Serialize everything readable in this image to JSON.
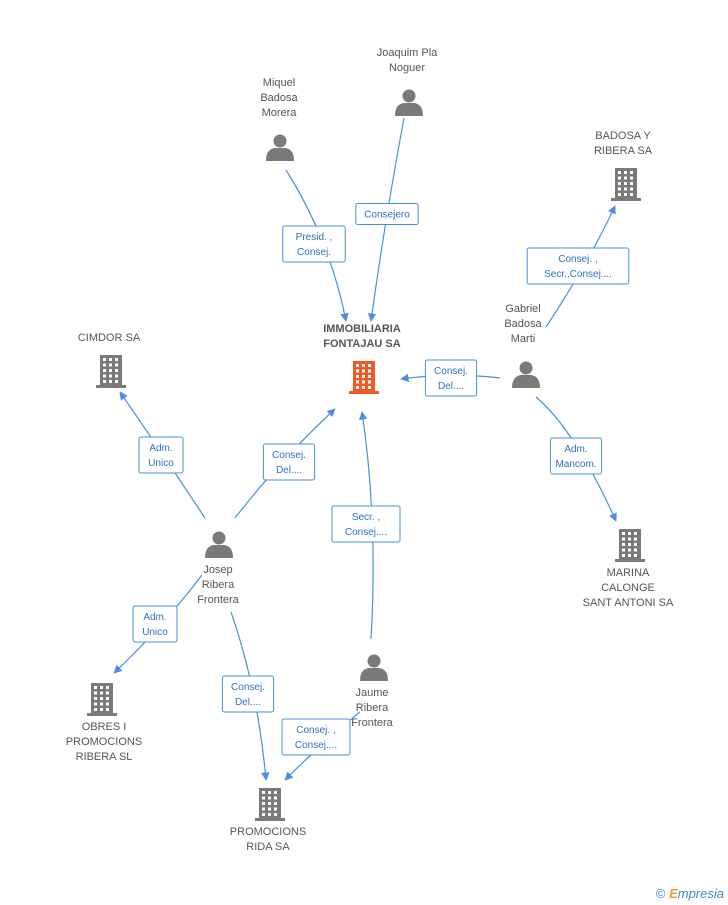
{
  "nodes": [
    {
      "id": "immobiliaria",
      "type": "company",
      "highlight": true,
      "label": [
        "IMMOBILIARIA",
        "FONTAJAU SA"
      ]
    },
    {
      "id": "joaquim",
      "type": "person",
      "label": [
        "Joaquim Pla",
        "Noguer"
      ]
    },
    {
      "id": "miquel",
      "type": "person",
      "label": [
        "Miquel",
        "Badosa",
        "Morera"
      ]
    },
    {
      "id": "badosa_ribera",
      "type": "company",
      "label": [
        "BADOSA Y",
        "RIBERA SA"
      ]
    },
    {
      "id": "gabriel",
      "type": "person",
      "label": [
        "Gabriel",
        "Badosa",
        "Marti"
      ]
    },
    {
      "id": "cimdor",
      "type": "company",
      "label": [
        "CIMDOR SA"
      ]
    },
    {
      "id": "josep",
      "type": "person",
      "label": [
        "Josep",
        "Ribera",
        "Frontera"
      ]
    },
    {
      "id": "marina",
      "type": "company",
      "label": [
        "MARINA",
        "CALONGE",
        "SANT ANTONI SA"
      ]
    },
    {
      "id": "obres",
      "type": "company",
      "label": [
        "OBRES I",
        "PROMOCIONS",
        "RIBERA SL"
      ]
    },
    {
      "id": "jaume",
      "type": "person",
      "label": [
        "Jaume",
        "Ribera",
        "Frontera"
      ]
    },
    {
      "id": "promocions_rida",
      "type": "company",
      "label": [
        "PROMOCIONS",
        "RIDA SA"
      ]
    }
  ],
  "edges": [
    {
      "from": "miquel",
      "to": "immobiliaria",
      "label": [
        "Presid. ,",
        "Consej."
      ]
    },
    {
      "from": "joaquim",
      "to": "immobiliaria",
      "label": [
        "Consejero"
      ]
    },
    {
      "from": "gabriel",
      "to": "badosa_ribera",
      "label": [
        "Consej. ,",
        "Secr.,Consej...."
      ]
    },
    {
      "from": "gabriel",
      "to": "immobiliaria",
      "label": [
        "Consej.",
        "Del...."
      ]
    },
    {
      "from": "gabriel",
      "to": "marina",
      "label": [
        "Adm.",
        "Mancom."
      ]
    },
    {
      "from": "josep",
      "to": "cimdor",
      "label": [
        "Adm.",
        "Unico"
      ]
    },
    {
      "from": "josep",
      "to": "immobiliaria",
      "label": [
        "Consej.",
        "Del...."
      ]
    },
    {
      "from": "jaume",
      "to": "immobiliaria",
      "label": [
        "Secr. ,",
        "Consej...."
      ]
    },
    {
      "from": "josep",
      "to": "obres",
      "label": [
        "Adm.",
        "Unico"
      ]
    },
    {
      "from": "josep",
      "to": "promocions_rida",
      "label": [
        "Consej.",
        "Del...."
      ]
    },
    {
      "from": "jaume",
      "to": "promocions_rida",
      "label": [
        "Consej. ,",
        "Consej...."
      ]
    }
  ],
  "footer": {
    "copyright": "©",
    "brand_first": "E",
    "brand_rest": "mpresia"
  },
  "colors": {
    "edge": "#4a8fdd",
    "icon": "#7a7a7a",
    "highlight": "#f05a28"
  }
}
